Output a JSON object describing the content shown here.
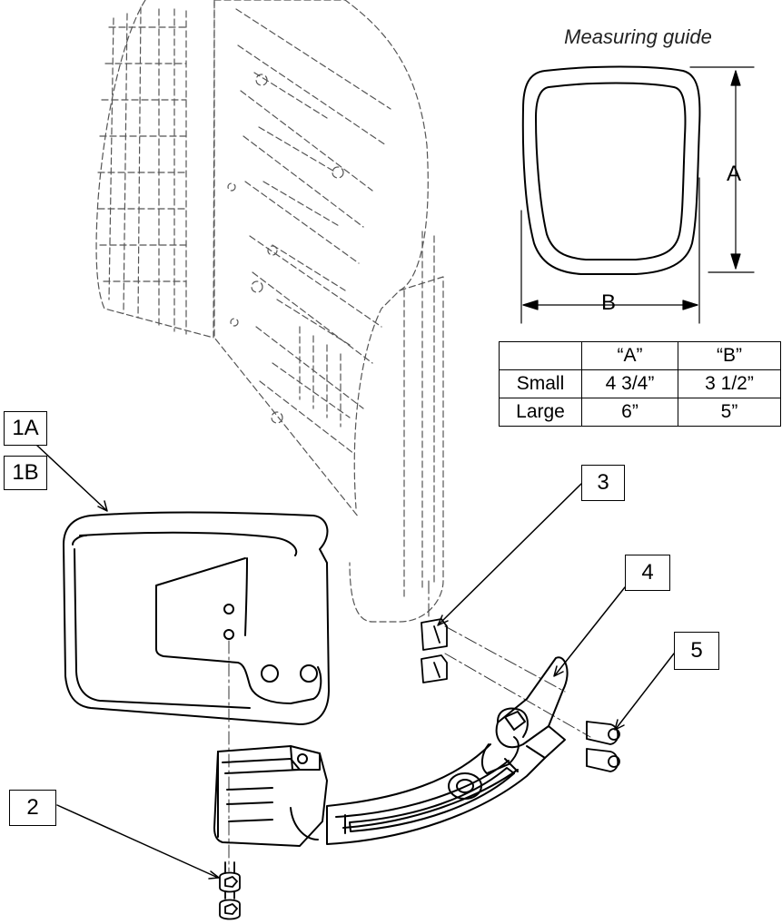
{
  "measuring_guide": {
    "title": "Measuring guide",
    "dim_a": "A",
    "dim_b": "B"
  },
  "size_table": {
    "headers": [
      "",
      "“A”",
      "“B”"
    ],
    "rows": [
      [
        "Small",
        "4 3/4”",
        "3 1/2”"
      ],
      [
        "Large",
        "6”",
        "5”"
      ]
    ]
  },
  "callouts": {
    "c1a": "1A",
    "c1b": "1B",
    "c2": "2",
    "c3": "3",
    "c4": "4",
    "c5": "5"
  }
}
